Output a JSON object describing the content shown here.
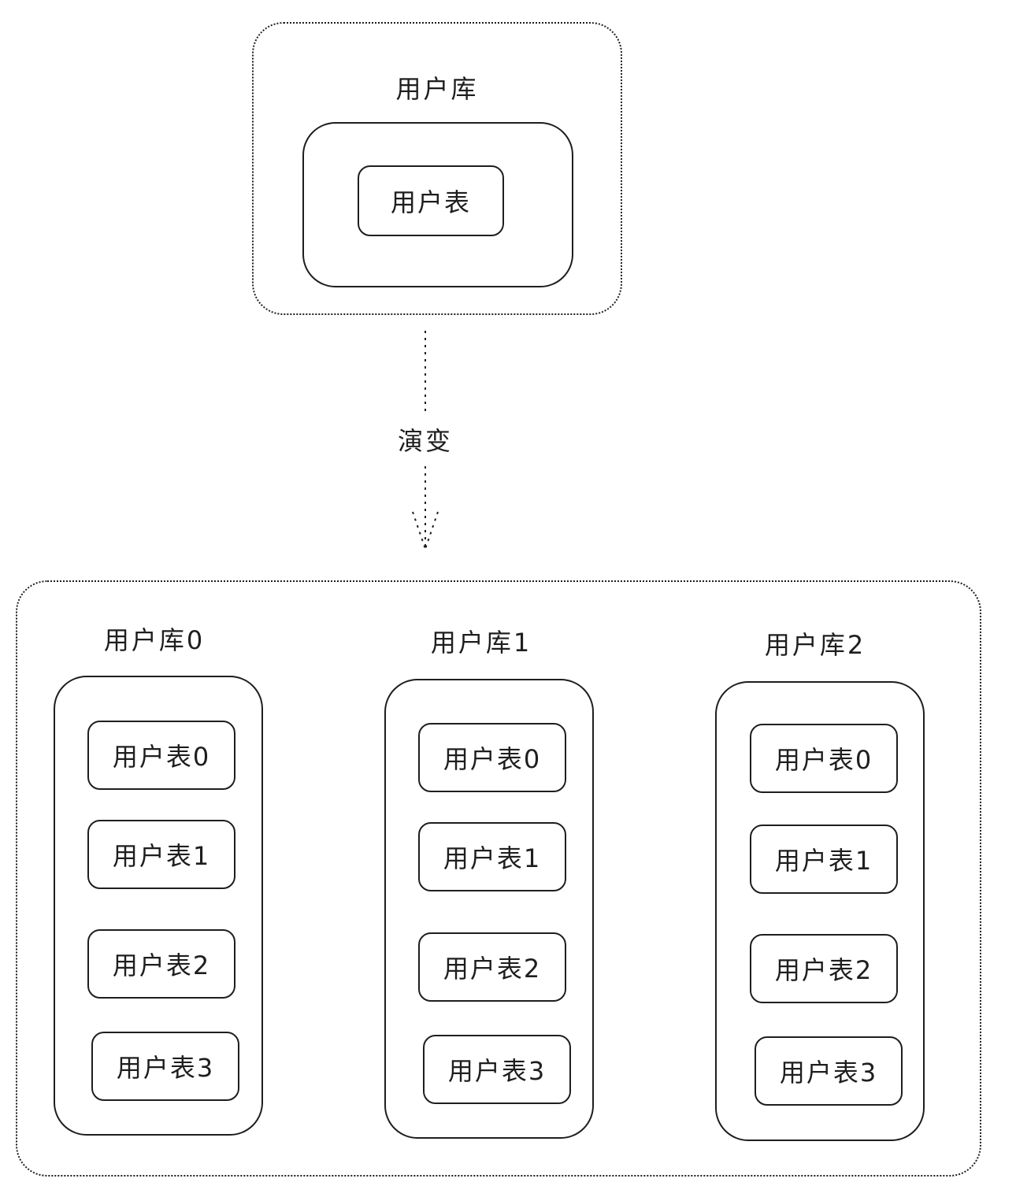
{
  "before": {
    "db_label": "用户库",
    "table_label": "用户表"
  },
  "evolution_label": "演变",
  "after": {
    "databases": [
      {
        "label": "用户库0",
        "tables": [
          "用户表0",
          "用户表1",
          "用户表2",
          "用户表3"
        ]
      },
      {
        "label": "用户库1",
        "tables": [
          "用户表0",
          "用户表1",
          "用户表2",
          "用户表3"
        ]
      },
      {
        "label": "用户库2",
        "tables": [
          "用户表0",
          "用户表1",
          "用户表2",
          "用户表3"
        ]
      }
    ]
  }
}
